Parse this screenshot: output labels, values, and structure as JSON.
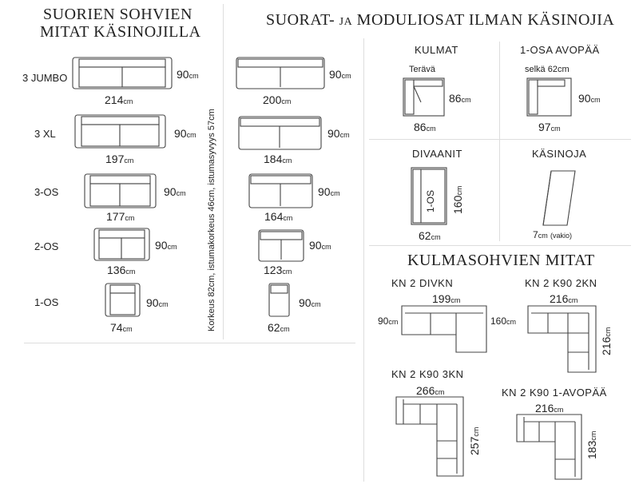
{
  "left": {
    "title_line1": "SUORIEN SOHVIEN",
    "title_line2": "MITAT KÄSINOJILLA",
    "rows": [
      {
        "label": "3 JUMBO",
        "width": "214",
        "depth": "90"
      },
      {
        "label": "3 XL",
        "width": "197",
        "depth": "90"
      },
      {
        "label": "3-OS",
        "width": "177",
        "depth": "90"
      },
      {
        "label": "2-OS",
        "width": "136",
        "depth": "90"
      },
      {
        "label": "1-OS",
        "width": "74",
        "depth": "90"
      }
    ],
    "height_note": "Korkeus 82cm, istumakorkeus 46cm, istumasyvyys 57cm"
  },
  "middle": {
    "title": "SUORAT- ja MODULIOSAT ILMAN KÄSINOJIA",
    "rows": [
      {
        "width": "200",
        "depth": "90"
      },
      {
        "width": "184",
        "depth": "90"
      },
      {
        "width": "164",
        "depth": "90"
      },
      {
        "width": "123",
        "depth": "90"
      },
      {
        "width": "62",
        "depth": "90"
      }
    ]
  },
  "unit": "cm",
  "modules": {
    "kulmat": {
      "title": "KULMAT",
      "sub": "Terävä",
      "depth": "86",
      "width": "86"
    },
    "avopaa": {
      "title": "1-OSA AVOPÄÄ",
      "sub": "selkä 62cm",
      "depth": "90",
      "width": "97"
    },
    "divaanit": {
      "title": "DIVAANIT",
      "inner": "1-OS",
      "length": "160",
      "width": "62"
    },
    "kasinoja": {
      "title": "KÄSINOJA",
      "width": "7",
      "note": "(vakio)"
    }
  },
  "corner": {
    "title": "KULMASOHVIEN MITAT",
    "items": [
      {
        "title": "KN 2 DIVKN",
        "top": "199",
        "left": "90",
        "right": "160"
      },
      {
        "title": "KN 2 K90 2KN",
        "top": "216",
        "right": "216"
      },
      {
        "title": "KN 2 K90 3KN",
        "top": "266",
        "right": "257"
      },
      {
        "title": "KN 2 K90 1-AVOPÄÄ",
        "top": "216",
        "right": "183"
      }
    ]
  }
}
